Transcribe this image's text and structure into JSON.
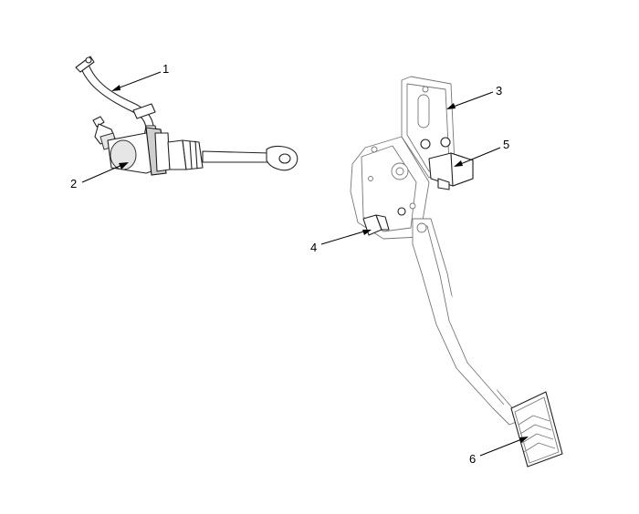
{
  "callouts": [
    {
      "id": 1,
      "label": "1",
      "part": "clutch-hose"
    },
    {
      "id": 2,
      "label": "2",
      "part": "master-cylinder"
    },
    {
      "id": 3,
      "label": "3",
      "part": "pedal-bracket"
    },
    {
      "id": 4,
      "label": "4",
      "part": "clutch-switch"
    },
    {
      "id": 5,
      "label": "5",
      "part": "ignition-lock-switch"
    },
    {
      "id": 6,
      "label": "6",
      "part": "pedal-pad"
    }
  ]
}
